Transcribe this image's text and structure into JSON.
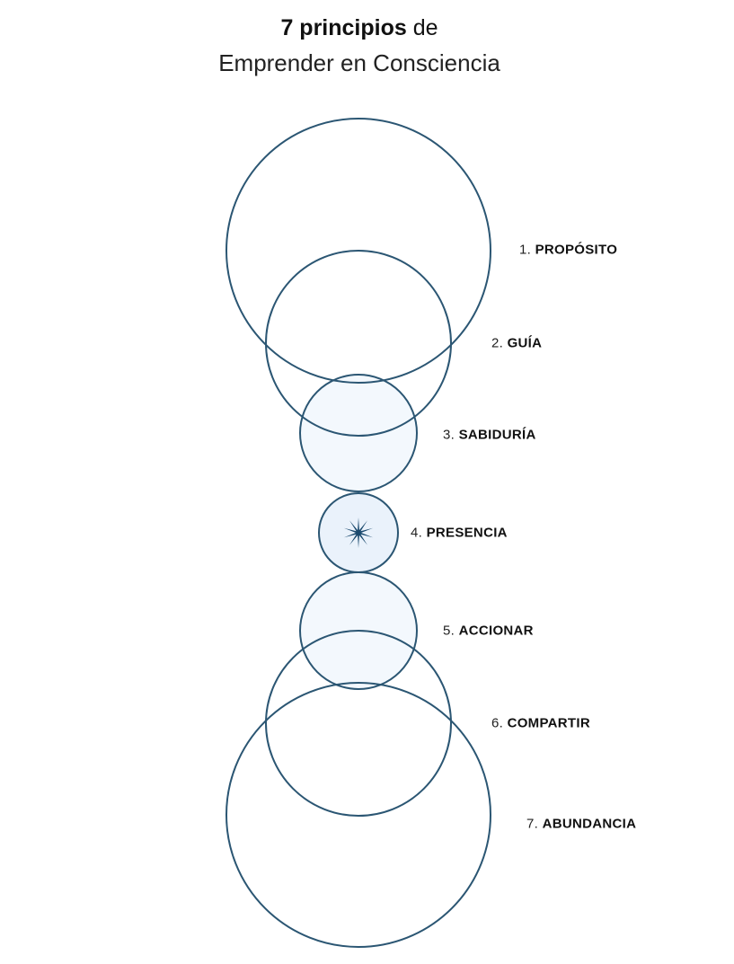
{
  "title": {
    "bold": "7 principios",
    "regular": "de",
    "line2": "Emprender en Consciencia"
  },
  "colors": {
    "stroke": "#2b5673",
    "fill_light": "#f3f8fd",
    "fill_center": "#eaf2fb",
    "star": "#1b4a6e"
  },
  "principles": [
    {
      "num": "1.",
      "name": "PROPÓSITO"
    },
    {
      "num": "2.",
      "name": "GUÍA"
    },
    {
      "num": "3.",
      "name": "SABIDURÍA"
    },
    {
      "num": "4.",
      "name": "PRESENCIA"
    },
    {
      "num": "5.",
      "name": "ACCIONAR"
    },
    {
      "num": "6.",
      "name": "COMPARTIR"
    },
    {
      "num": "7.",
      "name": "ABUNDANCIA"
    }
  ],
  "center_icon": "star-icon"
}
